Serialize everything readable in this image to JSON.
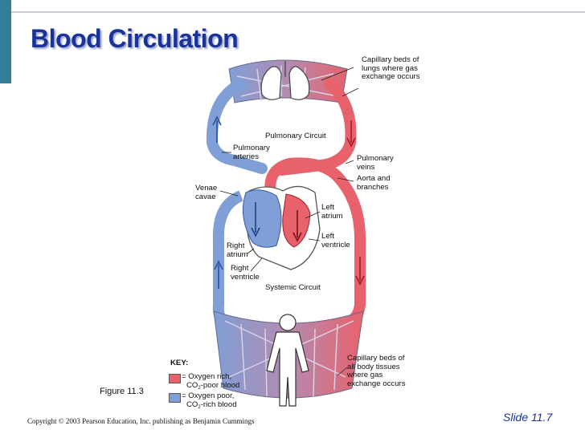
{
  "slide": {
    "title": "Blood Circulation",
    "figure_label": "Figure 11.3",
    "copyright": "Copyright © 2003 Pearson Education, Inc. publishing as Benjamin Cummings",
    "slide_number": "Slide 11.7"
  },
  "diagram": {
    "labels": {
      "capillary_lungs": "Capillary beds of lungs where gas exchange occurs",
      "pulmonary_circuit": "Pulmonary Circuit",
      "pulmonary_arteries": "Pulmonary arteries",
      "pulmonary_veins": "Pulmonary veins",
      "aorta": "Aorta and branches",
      "venae_cavae": "Venae cavae",
      "left_atrium": "Left atrium",
      "left_ventricle": "Left ventricle",
      "right_atrium": "Right atrium",
      "right_ventricle": "Right ventricle",
      "systemic_circuit": "Systemic Circuit",
      "capillary_body": "Capillary beds of all body tissues where gas exchange occurs"
    },
    "key": {
      "title": "KEY:",
      "oxygen_rich": "= Oxygen rich,",
      "oxygen_rich_co2_pre": "CO",
      "oxygen_rich_co2_sub": "2",
      "oxygen_rich_co2_post": "-poor blood",
      "oxygen_poor": "= Oxygen poor,",
      "oxygen_poor_co2_pre": "CO",
      "oxygen_poor_co2_sub": "2",
      "oxygen_poor_co2_post": "-rich blood"
    },
    "colors": {
      "oxygen_rich": "#e8626c",
      "oxygen_poor": "#7f9fd6",
      "accent_title": "#1a3399",
      "side_bar": "#2f7f96"
    }
  }
}
